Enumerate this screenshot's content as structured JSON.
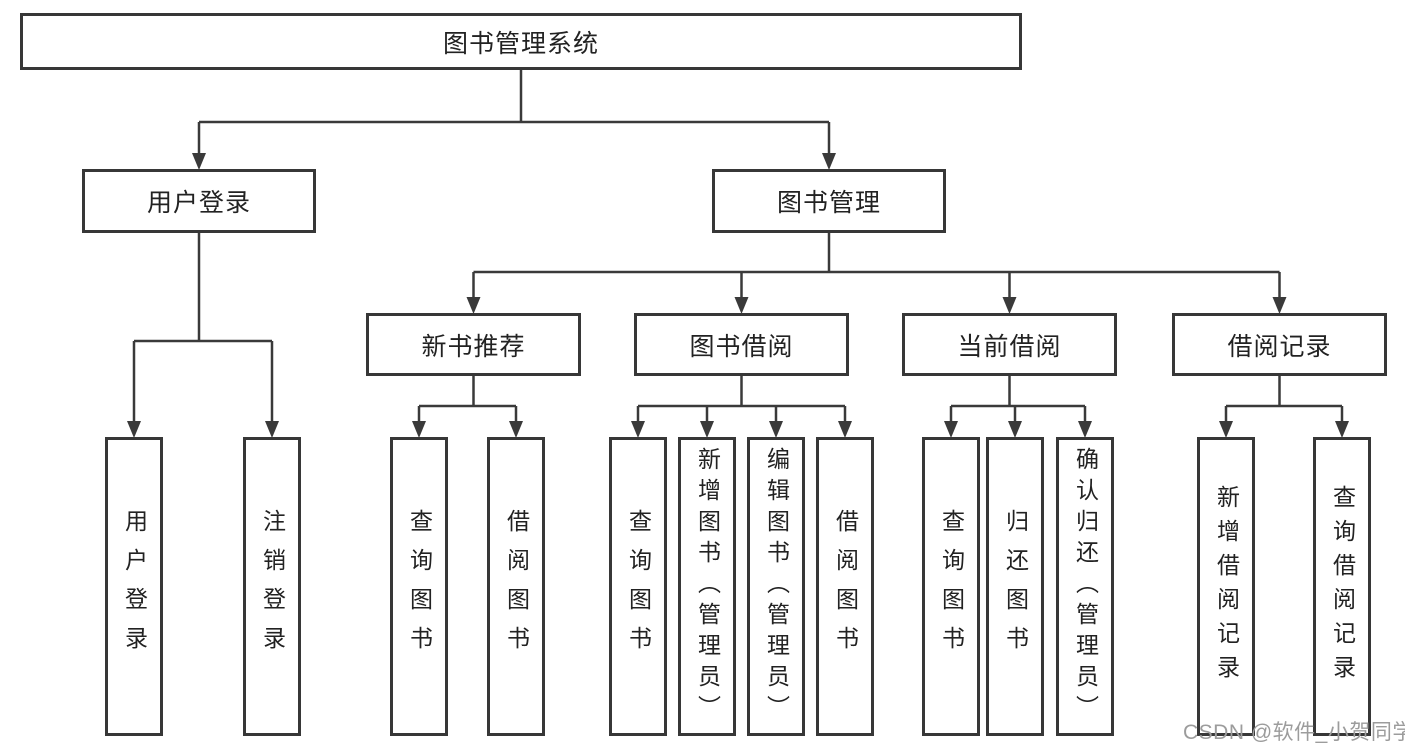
{
  "page": {
    "watermark": "CSDN @软件_小贺同学",
    "colors": {
      "background": "#ffffff",
      "line": "#3a3a3a",
      "box_border": "#373737",
      "text": "#222222",
      "watermark": "#9c9c9c"
    }
  },
  "tree": {
    "root": {
      "label": "图书管理系统"
    },
    "children": [
      {
        "label": "用户登录",
        "children": [
          {
            "label": "用户登录"
          },
          {
            "label": "注销登录"
          }
        ]
      },
      {
        "label": "图书管理",
        "children": [
          {
            "label": "新书推荐",
            "children": [
              {
                "label": "查询图书"
              },
              {
                "label": "借阅图书"
              }
            ]
          },
          {
            "label": "图书借阅",
            "children": [
              {
                "label": "查询图书"
              },
              {
                "label": "新增图书（管理员）"
              },
              {
                "label": "编辑图书（管理员）"
              },
              {
                "label": "借阅图书"
              }
            ]
          },
          {
            "label": "当前借阅",
            "children": [
              {
                "label": "查询图书"
              },
              {
                "label": "归还图书"
              },
              {
                "label": "确认归还（管理员）"
              }
            ]
          },
          {
            "label": "借阅记录",
            "children": [
              {
                "label": "新增借阅记录"
              },
              {
                "label": "查询借阅记录"
              }
            ]
          }
        ]
      }
    ]
  }
}
